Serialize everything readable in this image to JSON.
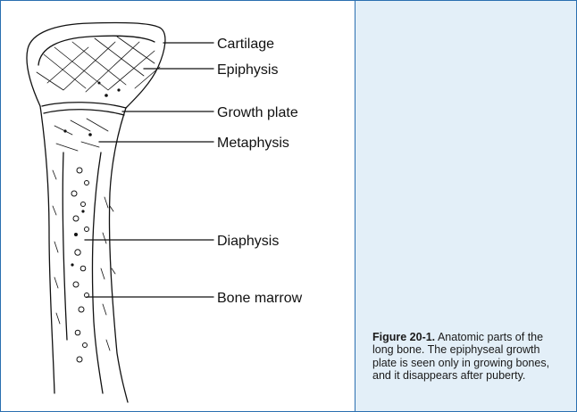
{
  "labels": {
    "cartilage": "Cartilage",
    "epiphysis": "Epiphysis",
    "growth_plate": "Growth plate",
    "metaphysis": "Metaphysis",
    "diaphysis": "Diaphysis",
    "bone_marrow": "Bone marrow"
  },
  "caption": {
    "figure_label": "Figure 20-1.",
    "text": " Anatomic parts of the long bone. The epiphyseal growth plate is seen only in growing bones, and it disappears after puberty."
  },
  "colors": {
    "border": "#2a6fb0",
    "caption_bg": "#e3eff8",
    "ink": "#111111"
  }
}
